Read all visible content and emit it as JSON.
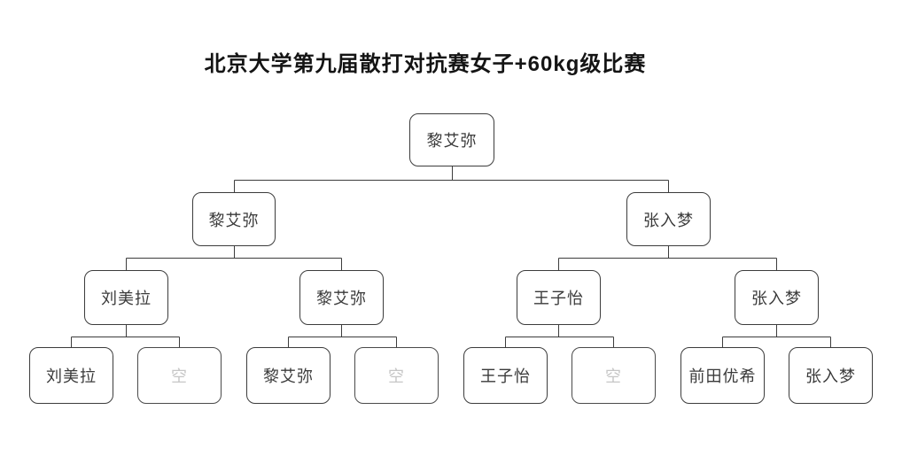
{
  "title": "北京大学第九届散打对抗赛女子+60kg级比赛",
  "bracket": {
    "rounds": [
      {
        "label": "round1"
      },
      {
        "label": "quarterfinals"
      },
      {
        "label": "semifinals"
      },
      {
        "label": "final"
      }
    ],
    "final": {
      "name": "黎艾弥"
    },
    "semifinals": [
      {
        "name": "黎艾弥"
      },
      {
        "name": "张入梦"
      }
    ],
    "quarterfinals": [
      {
        "name": "刘美拉"
      },
      {
        "name": "黎艾弥"
      },
      {
        "name": "王子怡"
      },
      {
        "name": "张入梦"
      }
    ],
    "round1": [
      {
        "name": "刘美拉",
        "bye": false
      },
      {
        "name": "空",
        "bye": true
      },
      {
        "name": "黎艾弥",
        "bye": false
      },
      {
        "name": "空",
        "bye": true
      },
      {
        "name": "王子怡",
        "bye": false
      },
      {
        "name": "空",
        "bye": true
      },
      {
        "name": "前田优希",
        "bye": false
      },
      {
        "name": "张入梦",
        "bye": false
      }
    ]
  },
  "colors": {
    "background": "#ffffff",
    "line": "#3c3c3c",
    "node_border": "#3c3c3c",
    "text": "#3a3a3a",
    "title_text": "#141414",
    "bye_text": "#c6c6c6"
  }
}
